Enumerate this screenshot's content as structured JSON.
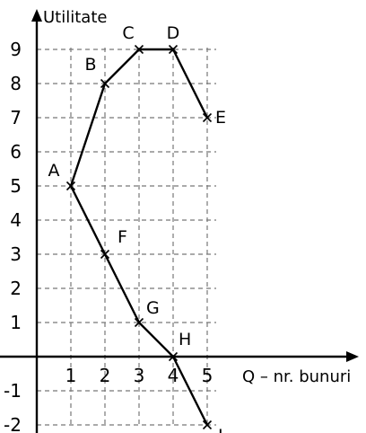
{
  "chart_data": {
    "type": "line",
    "xlabel": "Q – nr. bunuri",
    "ylabel": "Utilitate",
    "xlim": [
      0,
      5
    ],
    "ylim": [
      -2,
      9
    ],
    "x_ticks": [
      "1",
      "2",
      "3",
      "4",
      "5"
    ],
    "y_ticks": [
      "9",
      "8",
      "7",
      "6",
      "5",
      "4",
      "3",
      "2",
      "1",
      "-1",
      "-2"
    ],
    "grid": true,
    "series": [
      {
        "points": [
          {
            "label": "E",
            "x": 5,
            "y": 7
          },
          {
            "label": "D",
            "x": 4,
            "y": 9
          },
          {
            "label": "C",
            "x": 3,
            "y": 9
          },
          {
            "label": "B",
            "x": 2,
            "y": 8
          },
          {
            "label": "A",
            "x": 1,
            "y": 5
          },
          {
            "label": "F",
            "x": 2,
            "y": 3
          },
          {
            "label": "G",
            "x": 3,
            "y": 1
          },
          {
            "label": "H",
            "x": 4,
            "y": 0
          },
          {
            "label": "I",
            "x": 5,
            "y": -2
          }
        ]
      }
    ]
  }
}
